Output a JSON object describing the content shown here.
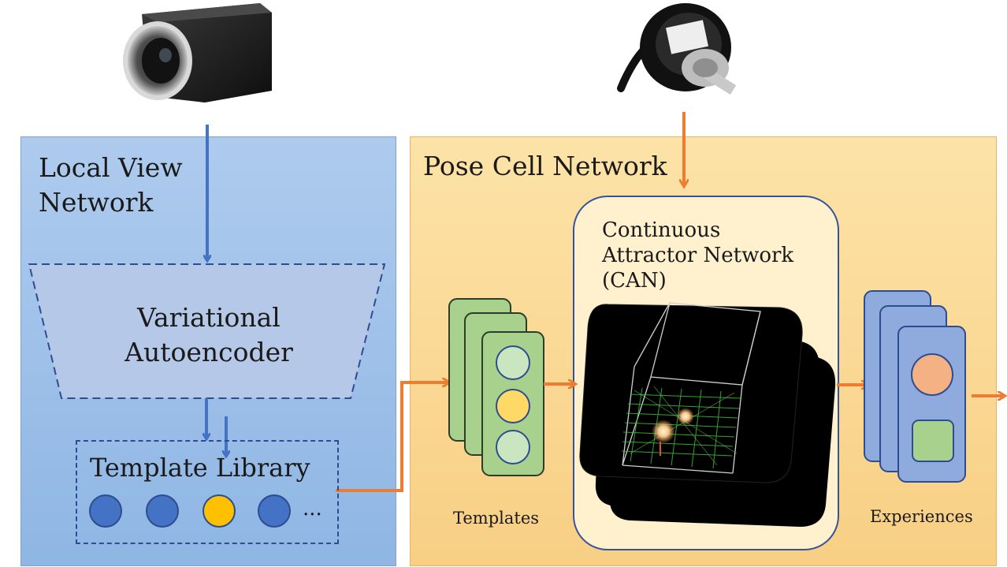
{
  "local_view": {
    "title_line1": "Local View",
    "title_line2": "Network",
    "vae_line1": "Variational",
    "vae_line2": "Autoencoder",
    "template_library": "Template Library",
    "ellipsis": "...",
    "library_dots": [
      "#4472c4",
      "#4472c4",
      "#ffc000",
      "#4472c4"
    ]
  },
  "pose_cell": {
    "title": "Pose Cell Network",
    "can_line1": "Continuous",
    "can_line2": "Attractor Network",
    "can_line3": "(CAN)",
    "templates_label": "Templates",
    "experiences_label": "Experiences"
  },
  "colors": {
    "blue_arrow": "#4472c4",
    "orange_arrow": "#ed7d31",
    "blue_panel": "#9fc0ea",
    "orange_panel": "#fbd89a",
    "template_card": "#a9d18e",
    "experience_card": "#8faadc"
  },
  "icons": {
    "camera": "camera-icon",
    "encoder": "rotary-encoder-icon"
  }
}
